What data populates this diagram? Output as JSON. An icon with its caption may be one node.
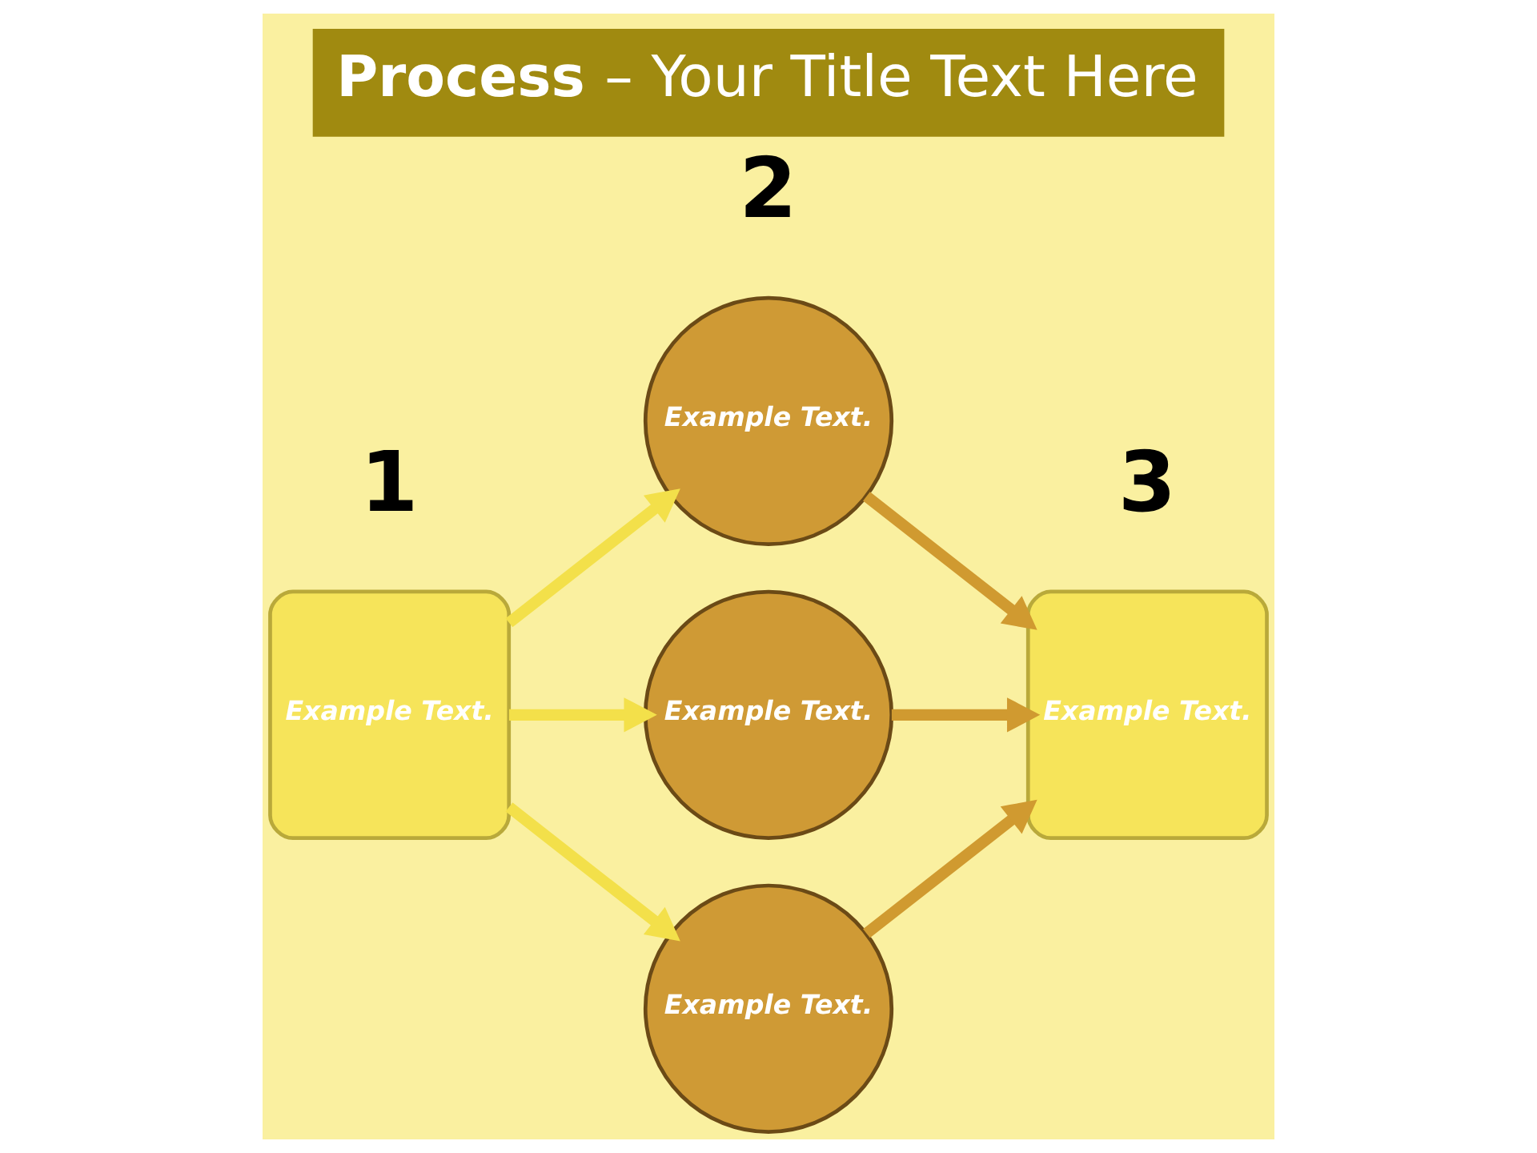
{
  "diagram": {
    "title": "**Process** – Your Title Text Here",
    "nodes": [
      {
        "text": [
          "Example Text."
        ]
      },
      {
        "text": [
          "Example Text."
        ]
      },
      {
        "text": [
          "Example Text."
        ]
      },
      {
        "text": [
          "Example Text."
        ]
      },
      {
        "text": [
          "Example Text."
        ]
      }
    ],
    "edges": [
      {
        "from": 0,
        "to": 1,
        "arrow": "to",
        "color": "#f3e04a"
      },
      {
        "from": 0,
        "to": 2,
        "arrow": "to",
        "color": "#f3e04a"
      },
      {
        "from": 0,
        "to": 3,
        "arrow": "to",
        "color": "#f3e04a"
      },
      {
        "from": 1,
        "to": 4,
        "arrow": "to",
        "color": "#d09a30"
      },
      {
        "from": 2,
        "to": 4,
        "arrow": "to",
        "color": "#d09a30"
      },
      {
        "from": 3,
        "to": 4,
        "arrow": "to",
        "color": "#d09a30"
      }
    ],
    "labels": [
      "1",
      "2",
      "3"
    ]
  }
}
